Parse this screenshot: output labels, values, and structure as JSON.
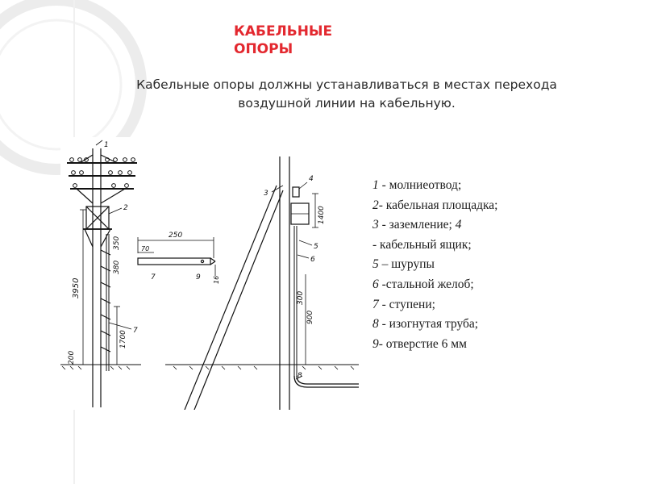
{
  "slide": {
    "title_line1": "КАБЕЛЬНЫЕ",
    "title_line2": "ОПОРЫ",
    "subtitle_line1": "Кабельные опоры должны устанавливаться в местах перехода",
    "subtitle_line2": "воздушной линии на кабельную."
  },
  "figure": {
    "dims": {
      "d3950": "3950",
      "d200": "200",
      "d1700": "1700",
      "d250": "250",
      "d70": "70",
      "d16": "16",
      "d1400": "1400",
      "d900": "900",
      "d300": "300",
      "d350": "350",
      "d380": "380"
    },
    "callouts": {
      "c1": "1",
      "c2": "2",
      "c3": "3",
      "c4": "4",
      "c5": "5",
      "c6": "6",
      "c7a": "7",
      "c7b": "7",
      "c8": "8",
      "c9": "9"
    }
  },
  "legend": [
    {
      "num": "1",
      "text": " - молниеотвод;"
    },
    {
      "num": "2",
      "text": "- кабельная площадка;"
    },
    {
      "num": "3",
      "text": " - заземление; ",
      "num_after": "4"
    },
    {
      "num": "",
      "text": " - кабельный ящик;"
    },
    {
      "num": "5",
      "text": " – шурупы"
    },
    {
      "num": "6",
      "text": " -стальной желоб;"
    },
    {
      "num": "7",
      "text": " - ступени;"
    },
    {
      "num": "8",
      "text": " - изогнутая труба;"
    },
    {
      "num": "9",
      "text": "- отверстие 6 мм"
    }
  ],
  "colors": {
    "title": "#e3282f",
    "text": "#2a2a2a",
    "decor": "#e6e6e6"
  }
}
